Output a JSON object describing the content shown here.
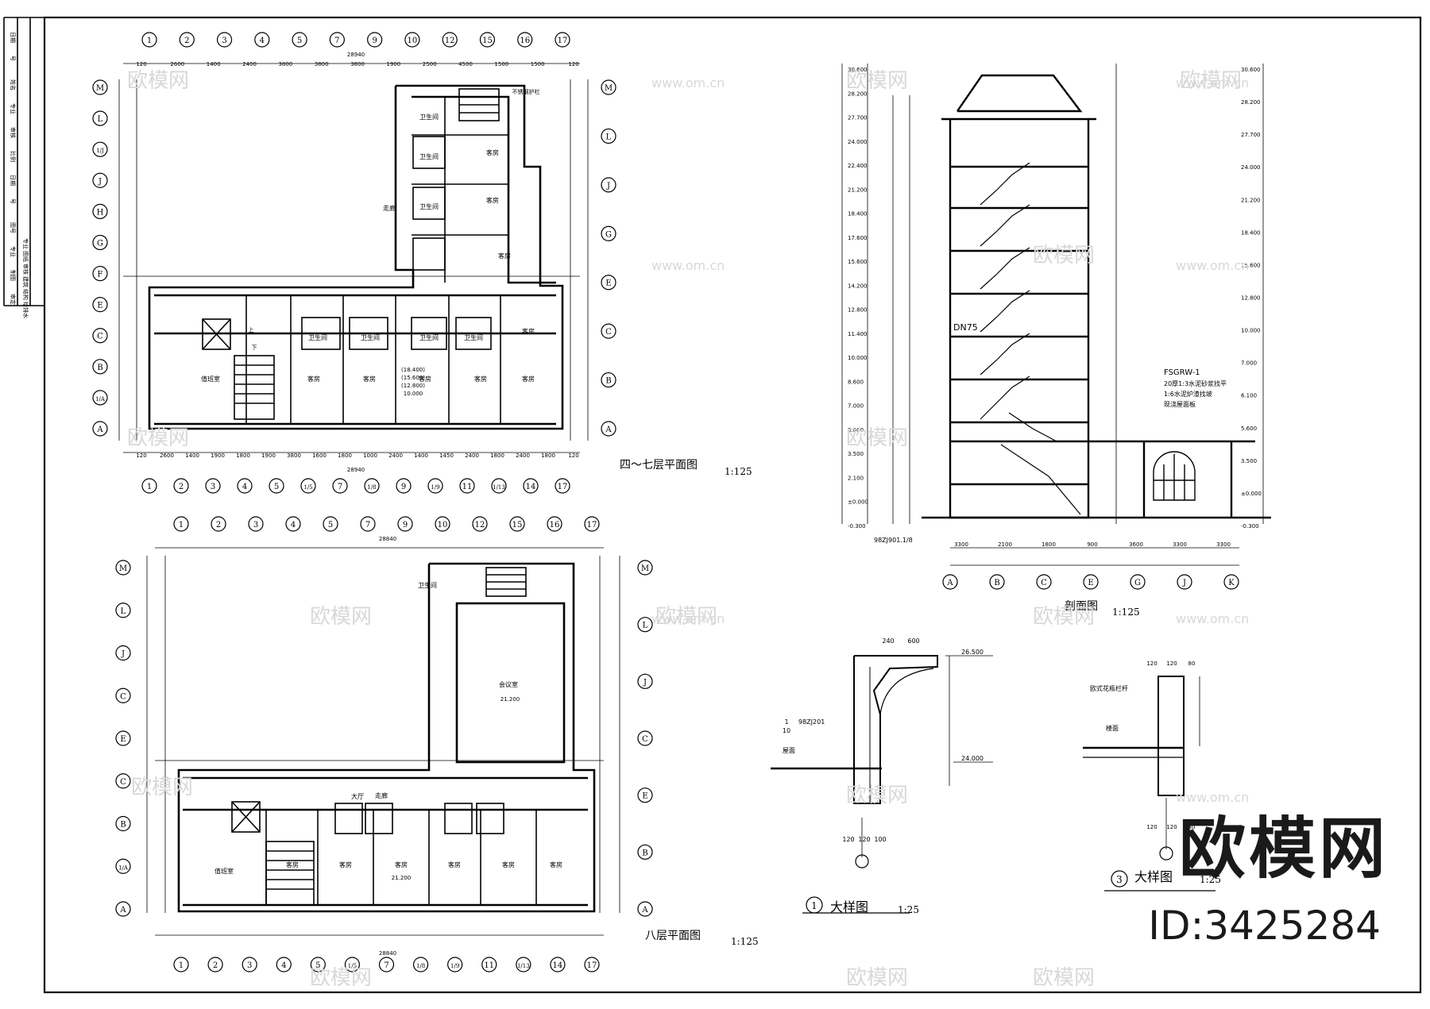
{
  "title_block": {
    "rows": [
      "日期",
      "号",
      "姓名",
      "专业",
      "审核",
      "比例",
      "日期",
      "号",
      "图号",
      "专业",
      "制图",
      "审定"
    ],
    "extra": [
      "专业",
      "图纸",
      "审核",
      "建筑",
      "结构",
      "给排水"
    ]
  },
  "plan1": {
    "title": "四～七层平面图",
    "scale": "1:125",
    "axes_top": [
      "1",
      "2",
      "3",
      "4",
      "5",
      "7",
      "9",
      "10",
      "12",
      "15",
      "16",
      "17"
    ],
    "axes_bottom": [
      "1",
      "2",
      "3",
      "4",
      "5",
      "1/5",
      "7",
      "1/8",
      "9",
      "1/9",
      "11",
      "1/13",
      "14",
      "17"
    ],
    "axes_left": [
      "M",
      "L",
      "1/J",
      "J",
      "H",
      "G",
      "F",
      "E",
      "C",
      "B",
      "1/A",
      "A"
    ],
    "axes_right": [
      "M",
      "L",
      "J",
      "G",
      "E",
      "C",
      "B",
      "A"
    ],
    "dims_top": [
      "120",
      "2600",
      "1400",
      "2400",
      "3800",
      "3800",
      "3800",
      "1900",
      "2500",
      "4500",
      "1500",
      "1500",
      "120"
    ],
    "total": "28940",
    "dims_bottom": [
      "120",
      "2600",
      "1400",
      "1900",
      "1800",
      "1900",
      "3800",
      "1600",
      "1800",
      "1000",
      "2400",
      "1400",
      "1450",
      "2400",
      "1800",
      "2400",
      "1800",
      "120"
    ],
    "rooms": [
      "卫生间",
      "客房",
      "卫生间",
      "客房",
      "卫生间",
      "客房",
      "值班室",
      "客房",
      "客房",
      "客房",
      "客房",
      "客房",
      "客房",
      "走廊",
      "卫生间",
      "卫生间",
      "卫生间",
      "卫生间"
    ],
    "notes": [
      "不锈钢护栏",
      "下",
      "上",
      "(18.400)",
      "(15.600)",
      "(12.800)",
      "10.000"
    ]
  },
  "plan2": {
    "title": "八层平面图",
    "scale": "1:125",
    "axes_top": [
      "1",
      "2",
      "3",
      "4",
      "5",
      "7",
      "9",
      "10",
      "12",
      "15",
      "16",
      "17"
    ],
    "axes_bottom": [
      "1",
      "2",
      "3",
      "4",
      "5",
      "1/5",
      "7",
      "1/8",
      "1/9",
      "11",
      "1/13",
      "14",
      "17"
    ],
    "axes_left": [
      "M",
      "L",
      "J",
      "C",
      "E",
      "C",
      "B",
      "1/A",
      "A"
    ],
    "axes_right": [
      "M",
      "L",
      "J",
      "C",
      "E",
      "B",
      "A"
    ],
    "total": "28840",
    "rooms": [
      "会议室",
      "值班室",
      "客房",
      "客房",
      "客房",
      "客房",
      "客房",
      "客房",
      "走廊",
      "大厅",
      "卫生间"
    ],
    "levels": [
      "21.200",
      "21.200"
    ]
  },
  "section": {
    "title": "剖面图",
    "scale": "1:125",
    "axes": [
      "A",
      "B",
      "C",
      "E",
      "G",
      "J",
      "K"
    ],
    "levels_left": [
      "30.600",
      "28.200",
      "27.700",
      "24.000",
      "22.400",
      "21.200",
      "18.400",
      "17.600",
      "15.600",
      "14.200",
      "12.800",
      "11.400",
      "10.000",
      "8.600",
      "7.000",
      "5.800",
      "3.500",
      "2.100",
      "±0.000",
      "-0.300"
    ],
    "levels_right": [
      "30.600",
      "28.200",
      "27.700",
      "24.000",
      "21.200",
      "18.400",
      "15.600",
      "12.800",
      "10.000",
      "7.000",
      "6.100",
      "5.600",
      "3.500",
      "±0.000",
      "-0.300"
    ],
    "notes": [
      "DN75",
      "FSGRW-1",
      "20厚1:3水泥砂浆找平",
      "1:6水泥炉渣找坡",
      "现浇屋面板",
      "98ZJ901.1/8"
    ],
    "dims_bottom": [
      "3300",
      "2100",
      "1800",
      "900",
      "3600",
      "3300",
      "3300"
    ]
  },
  "detail1": {
    "title": "大样图",
    "num": "1",
    "scale": "1:25",
    "ref": "98ZJ201",
    "ref_num": "1",
    "ref_den": "10",
    "level_top": "26.500",
    "level_bot": "24.000",
    "label": "屋面",
    "dims": [
      "240",
      "600",
      "120",
      "120",
      "100"
    ]
  },
  "detail3": {
    "title": "大样图",
    "num": "3",
    "scale": "1:25",
    "label1": "欧式花瓶栏杆",
    "label2": "楼面",
    "dims": [
      "120",
      "120",
      "80"
    ]
  },
  "brand": {
    "name": "欧模网",
    "id": "ID:3425284",
    "wm": "欧模网",
    "url": "www.om.cn"
  }
}
